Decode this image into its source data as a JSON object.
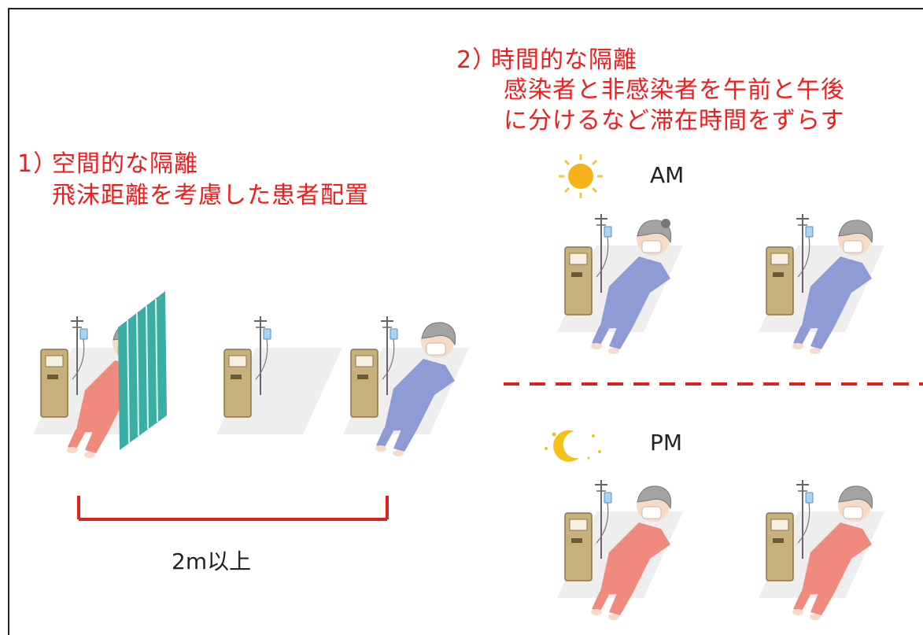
{
  "section1": {
    "number": "1）",
    "title": "空間的な隔離",
    "description": "飛沫距離を考慮した患者配置",
    "distance_label": "2m以上"
  },
  "section2": {
    "number": "2）",
    "title": "時間的な隔離",
    "description_line1": "感染者と非感染者を午前と午後",
    "description_line2": "に分けるなど滞在時間をずらす",
    "am_label": "AM",
    "pm_label": "PM"
  },
  "colors": {
    "accent_red": "#f21c1c",
    "infected_gown": "#f08a7e",
    "uninfected_gown": "#8f9bd4",
    "partition": "#3aaea4",
    "machine": "#c8b07c",
    "sun": "#f7b21b",
    "moon": "#f5c21c"
  },
  "icons": [
    "sun-icon",
    "moon-icon",
    "partition-screen",
    "dialysis-machine",
    "patient-bed"
  ]
}
